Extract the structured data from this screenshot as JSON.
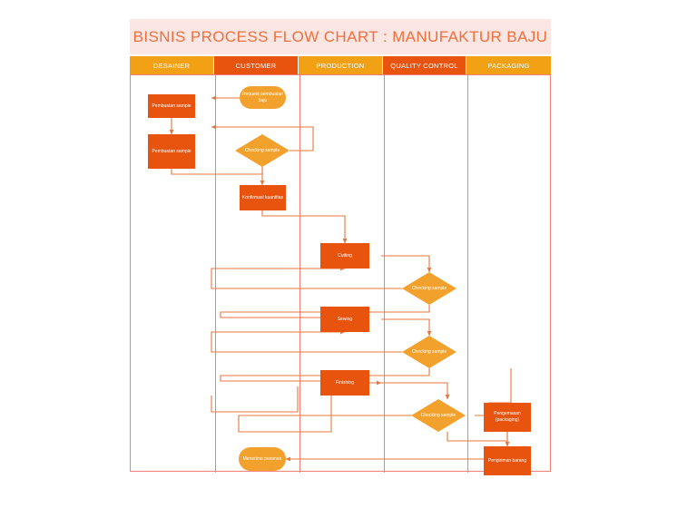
{
  "title": "BISNIS PROCESS FLOW CHART : MANUFAKTUR BAJU",
  "colors": {
    "title_bg": "#fbe6e3",
    "title_text": "#ef6f3c",
    "lane_light": "#f2a114",
    "lane_dark": "#e8540e",
    "process_fill": "#e8540e",
    "decision_fill": "#f2a22c",
    "terminator_fill": "#f2a22c",
    "frame_border": "#f08077",
    "connector": "#e8773f"
  },
  "lanes": [
    {
      "label": "DESAINER",
      "tone": "light"
    },
    {
      "label": "CUSTOMER",
      "tone": "dark"
    },
    {
      "label": "PRODUCTION",
      "tone": "light"
    },
    {
      "label": "QUALITY CONTROL",
      "tone": "dark"
    },
    {
      "label": "PACKAGING",
      "tone": "light"
    }
  ],
  "nodes": [
    {
      "id": "pembuatan-sample-1",
      "label": "Pembuatan sample",
      "shape": "process",
      "lane": "DESAINER"
    },
    {
      "id": "pembuatan-sample-2",
      "label": "Pembuatan sample",
      "shape": "process",
      "lane": "DESAINER"
    },
    {
      "id": "request-baju",
      "label": "Request pembuatan baju",
      "shape": "terminator",
      "lane": "CUSTOMER"
    },
    {
      "id": "checking-sample-1",
      "label": "Checking sample",
      "shape": "decision",
      "lane": "CUSTOMER"
    },
    {
      "id": "konfirmasi",
      "label": "Konfirmasi kuantitas",
      "shape": "process",
      "lane": "CUSTOMER"
    },
    {
      "id": "menerima-pesanan",
      "label": "Menerima pesanan",
      "shape": "terminator",
      "lane": "CUSTOMER"
    },
    {
      "id": "cutting",
      "label": "Cutting",
      "shape": "process",
      "lane": "PRODUCTION"
    },
    {
      "id": "sewing",
      "label": "Sewing",
      "shape": "process",
      "lane": "PRODUCTION"
    },
    {
      "id": "finishing",
      "label": "Finishing",
      "shape": "process",
      "lane": "PRODUCTION"
    },
    {
      "id": "checking-sample-2",
      "label": "Checking sample",
      "shape": "decision",
      "lane": "QUALITY CONTROL"
    },
    {
      "id": "checking-sample-3",
      "label": "Checking sample",
      "shape": "decision",
      "lane": "QUALITY CONTROL"
    },
    {
      "id": "checking-sample-4",
      "label": "Checking sample",
      "shape": "decision",
      "lane": "QUALITY CONTROL"
    },
    {
      "id": "pengemasan",
      "label": "Pengemasan (packaging)",
      "shape": "process",
      "lane": "PACKAGING"
    },
    {
      "id": "pengiriman",
      "label": "Pengiriman barang",
      "shape": "process",
      "lane": "PACKAGING"
    }
  ]
}
